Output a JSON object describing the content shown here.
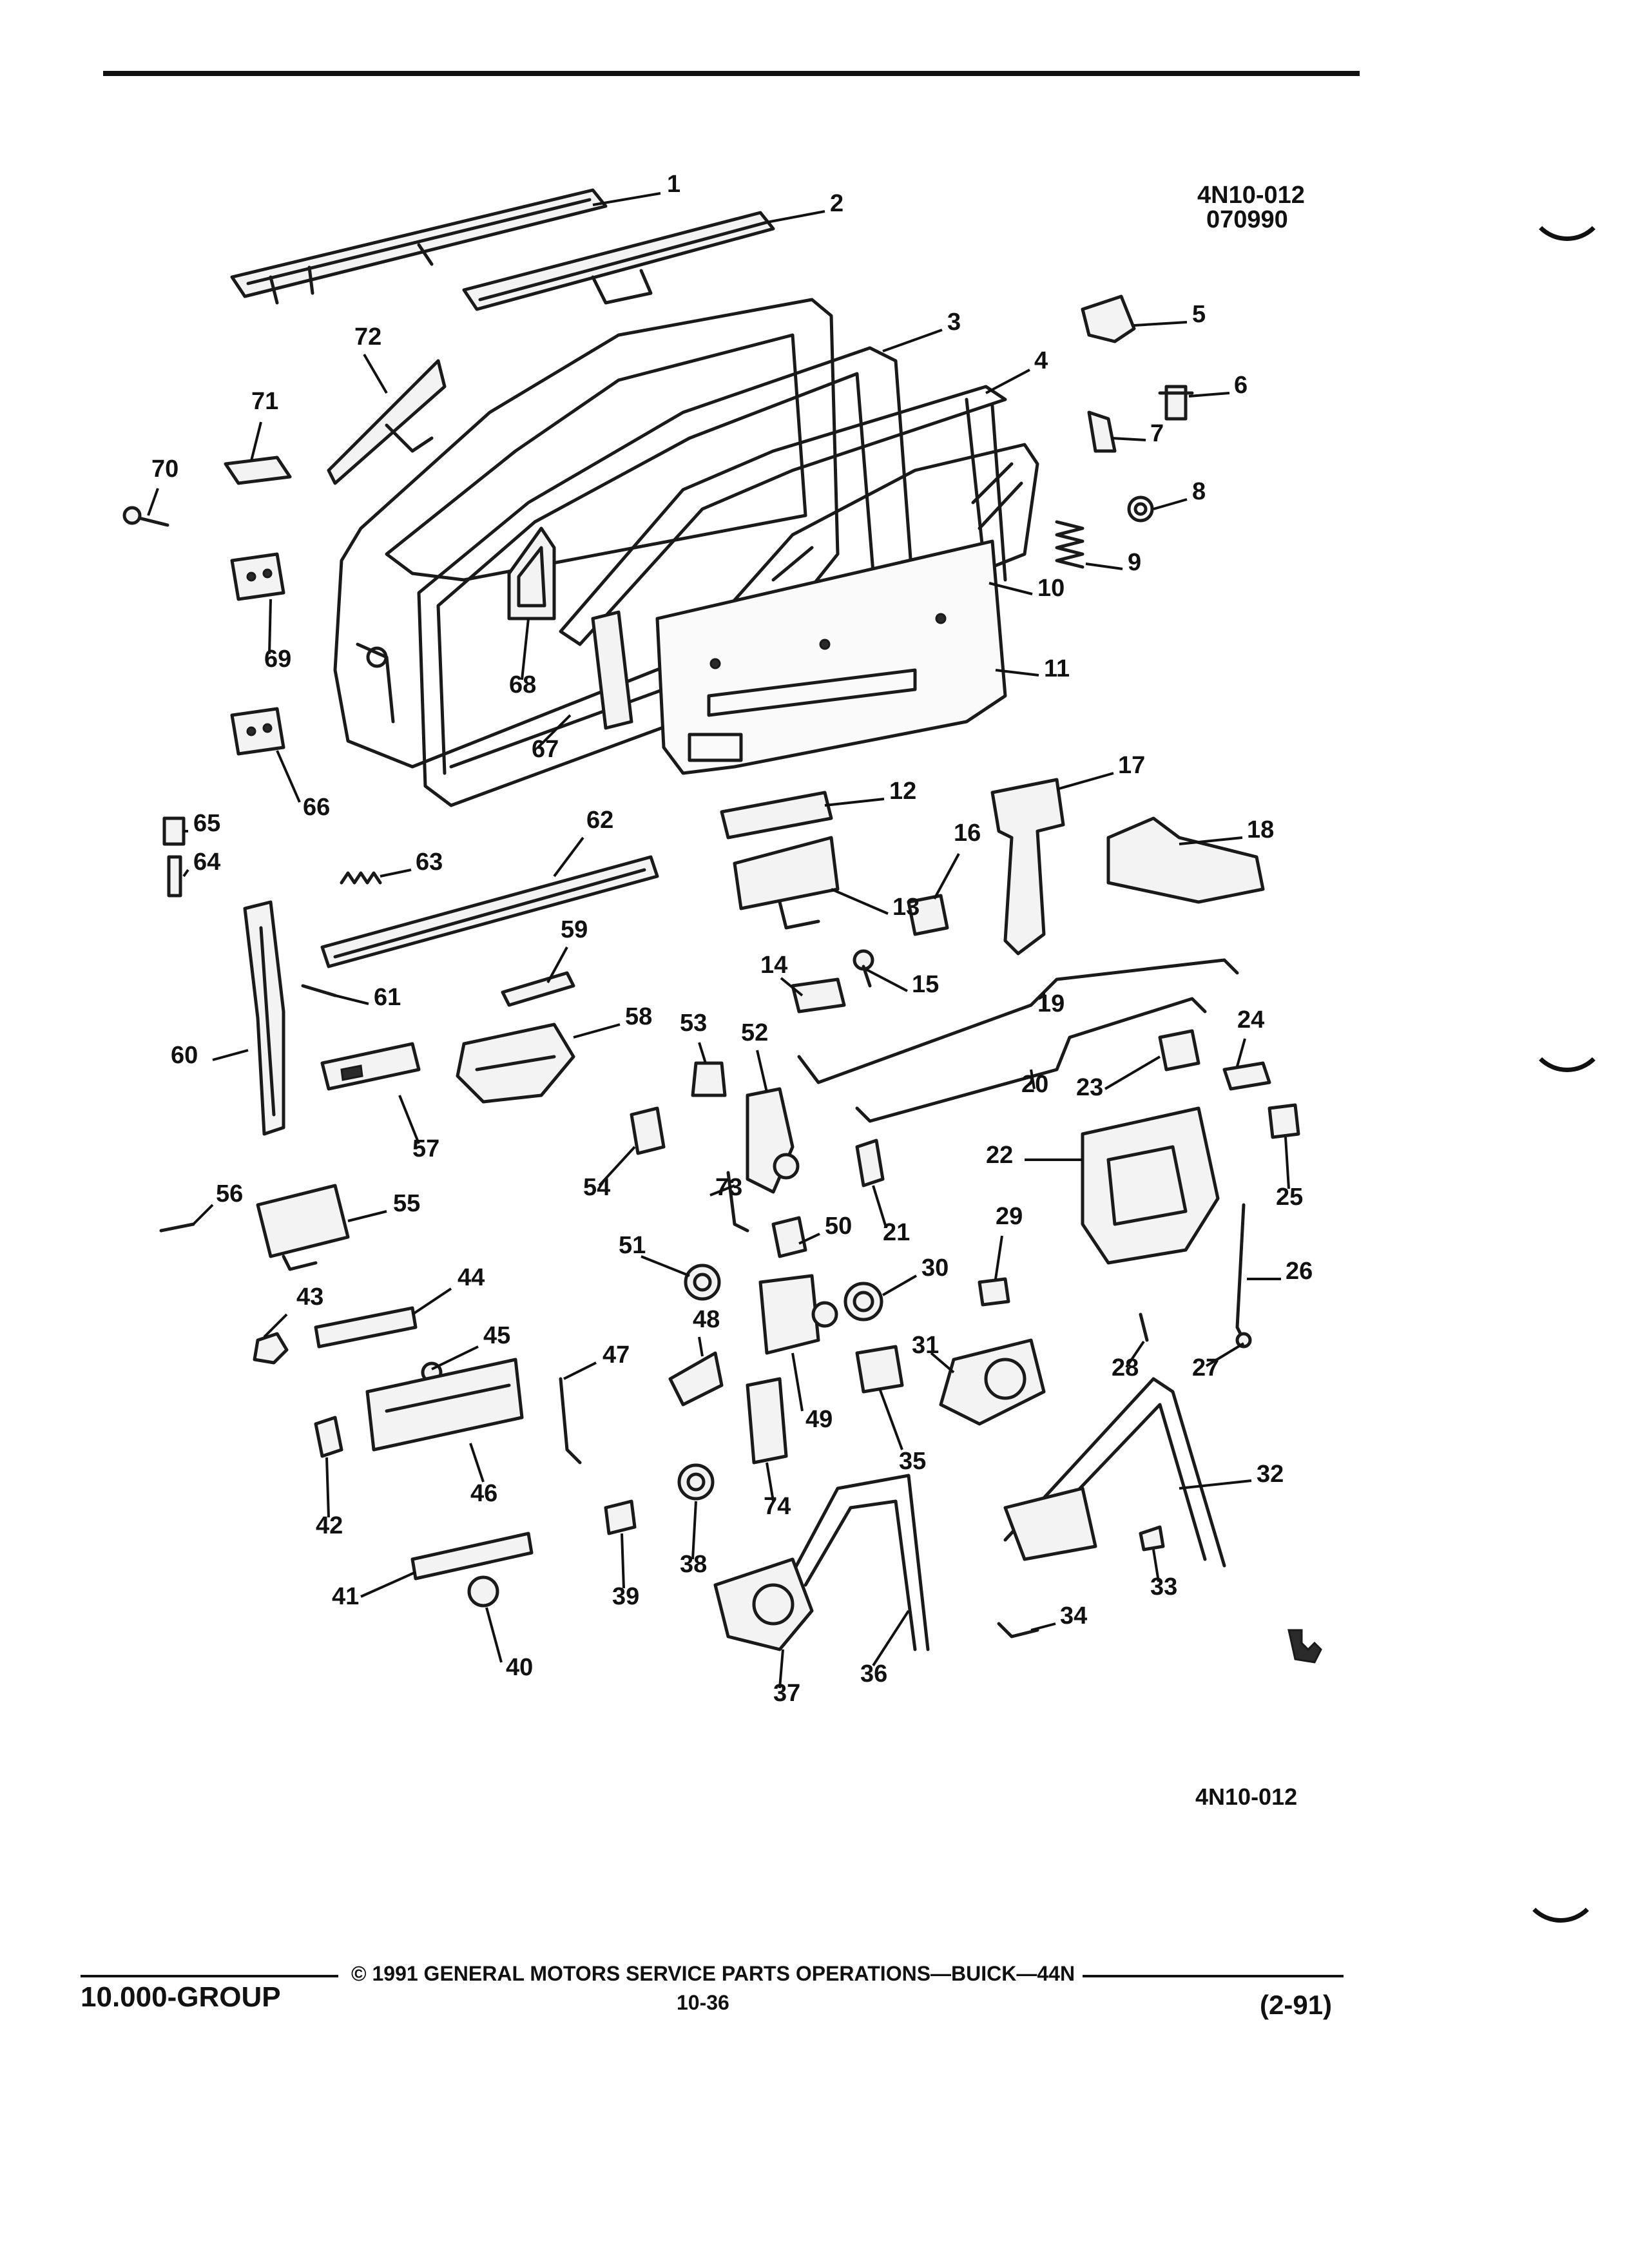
{
  "header": {
    "figure_code": "4N10-012",
    "figure_date": "070990"
  },
  "callouts": [
    "1",
    "2",
    "3",
    "4",
    "5",
    "6",
    "7",
    "8",
    "9",
    "10",
    "11",
    "12",
    "13",
    "14",
    "15",
    "16",
    "17",
    "18",
    "19",
    "20",
    "21",
    "22",
    "23",
    "24",
    "25",
    "26",
    "27",
    "28",
    "29",
    "30",
    "31",
    "32",
    "33",
    "34",
    "35",
    "36",
    "37",
    "38",
    "39",
    "40",
    "41",
    "42",
    "43",
    "44",
    "45",
    "46",
    "47",
    "48",
    "49",
    "50",
    "51",
    "52",
    "53",
    "54",
    "55",
    "56",
    "57",
    "58",
    "59",
    "60",
    "61",
    "62",
    "63",
    "64",
    "65",
    "66",
    "67",
    "68",
    "69",
    "70",
    "71",
    "72",
    "73",
    "74"
  ],
  "diagram_bottom_code": "4N10-012",
  "footer": {
    "group": "10.000-GROUP",
    "copyright": "© 1991 GENERAL MOTORS SERVICE PARTS OPERATIONS—BUICK—44N",
    "page": "10-36",
    "revision": "(2-91)"
  }
}
